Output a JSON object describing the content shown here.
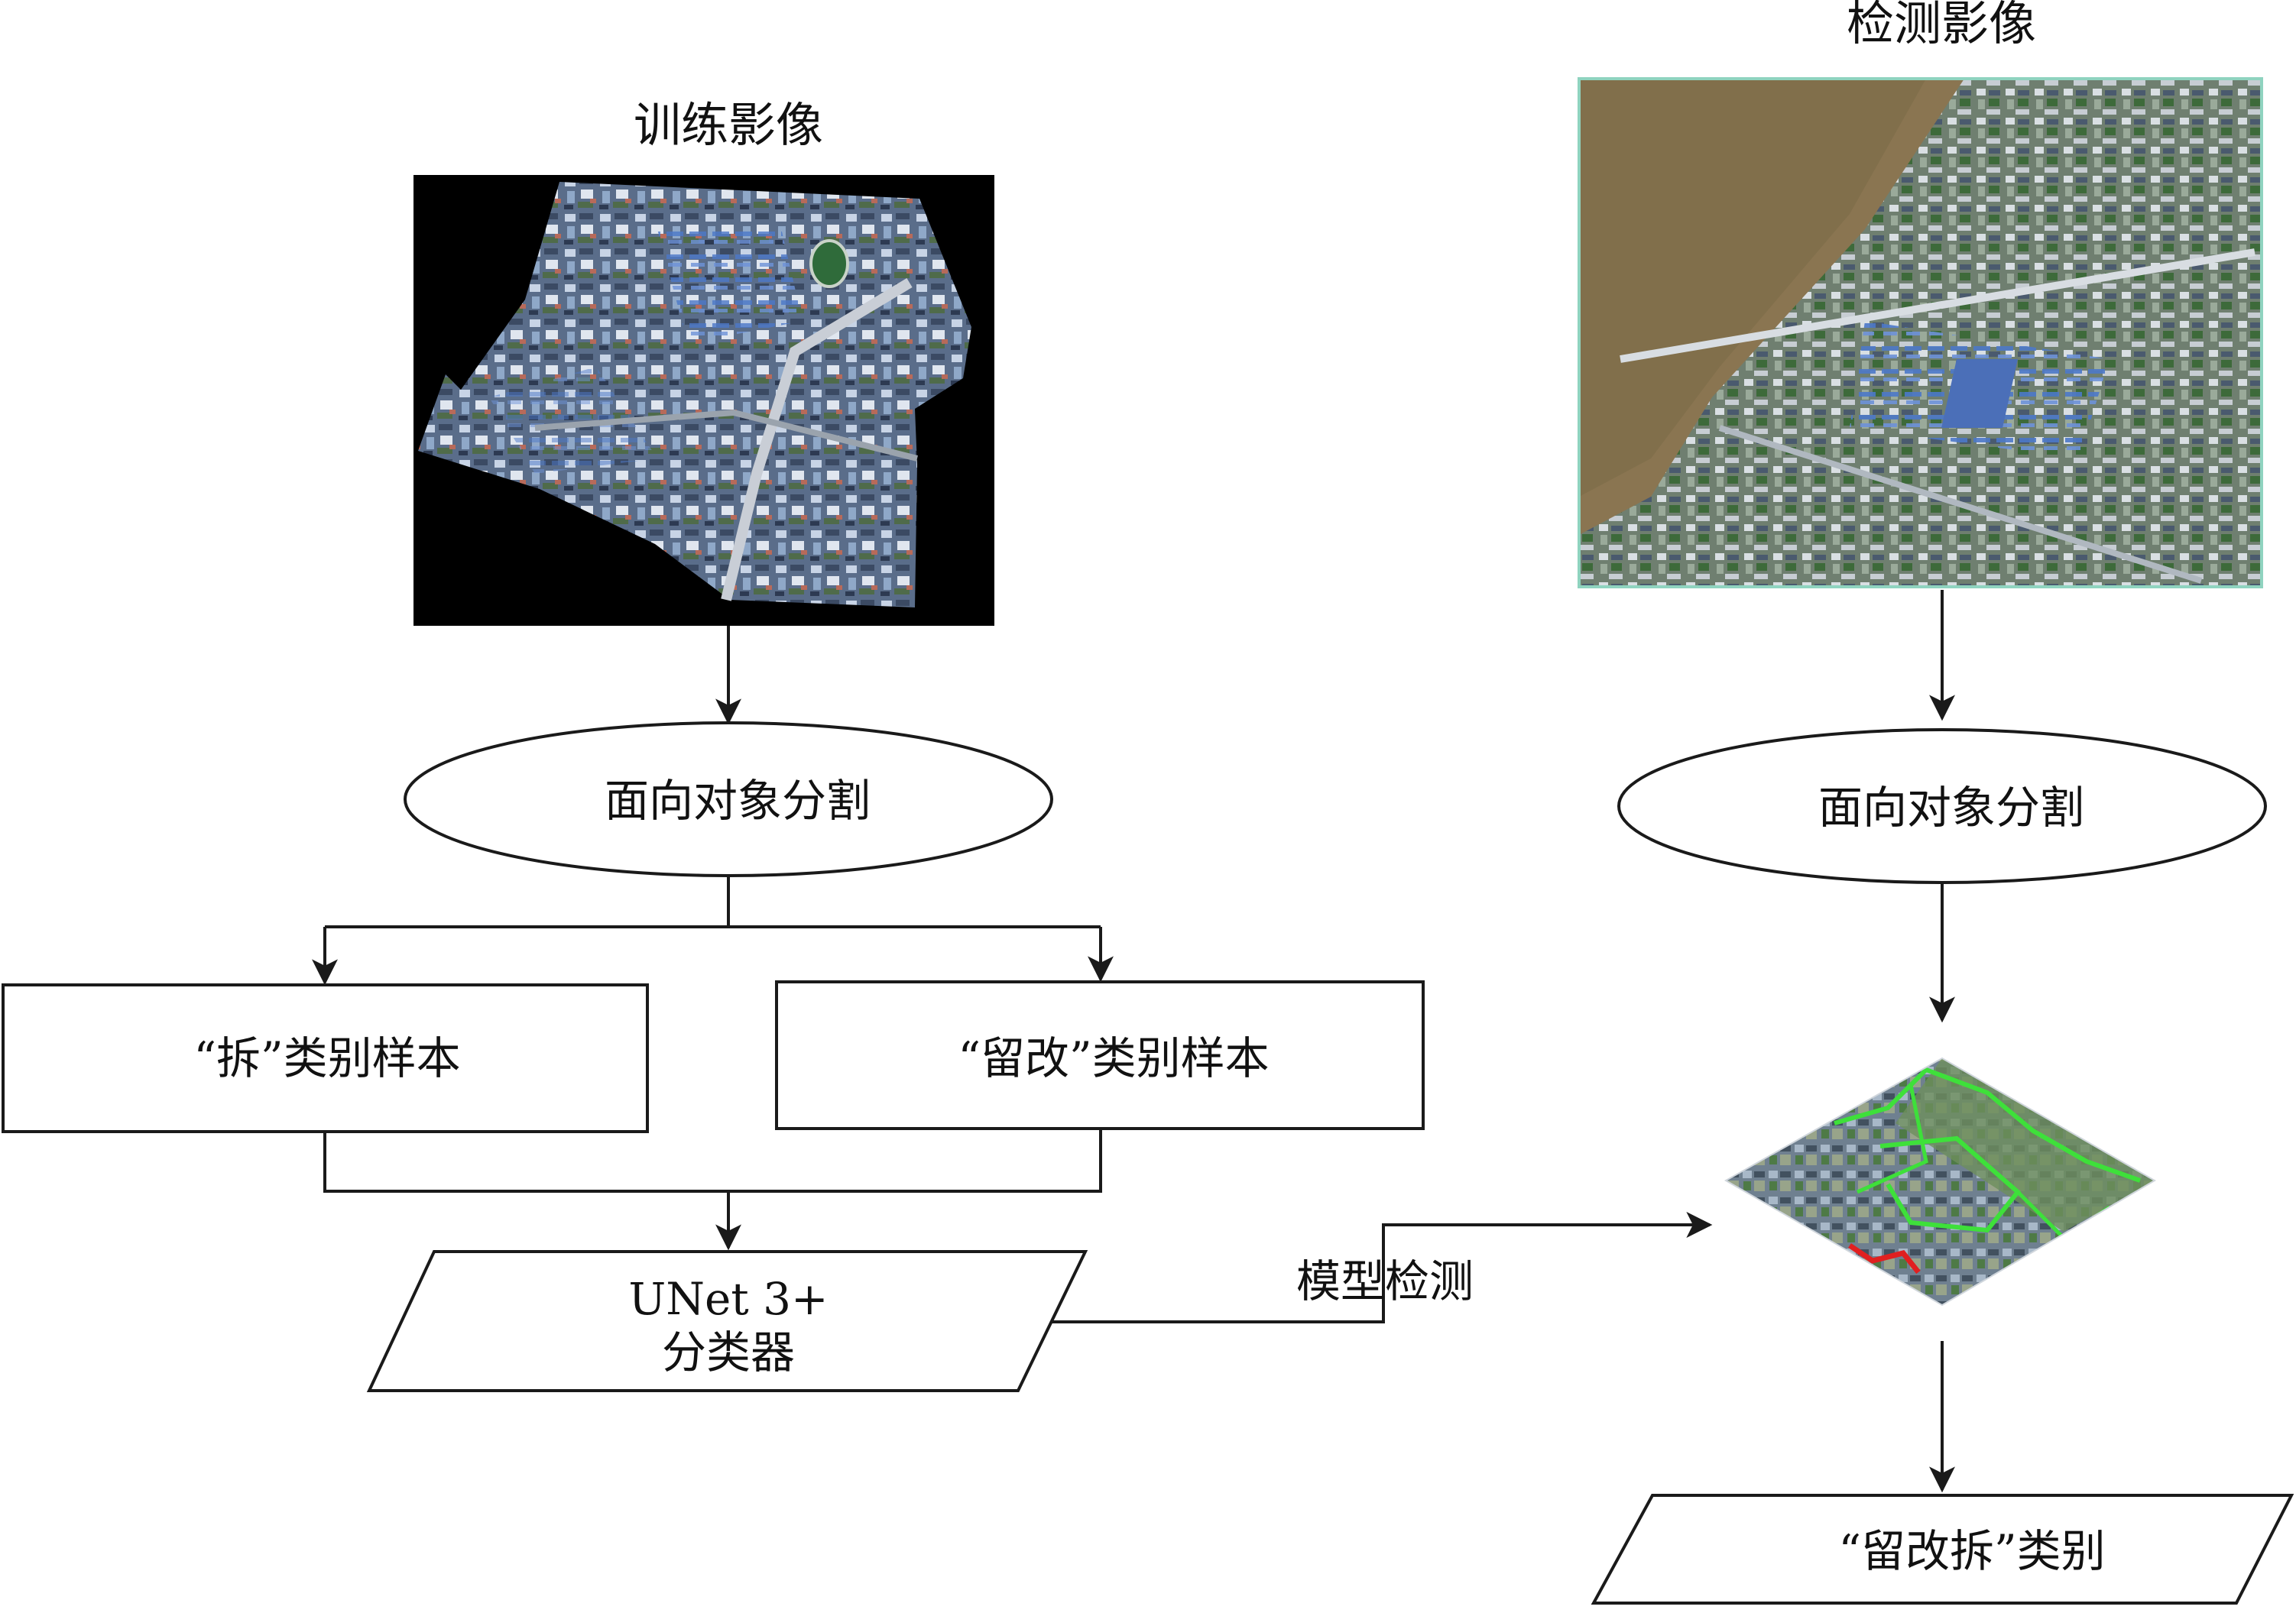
{
  "diagram": {
    "left_branch": {
      "image_title": "训练影像",
      "segmentation": "面向对象分割",
      "sample_demolish": "“拆”类别样本",
      "sample_keep": "“留改”类别样本",
      "classifier_line1": "UNet 3+",
      "classifier_line2": "分类器"
    },
    "right_branch": {
      "image_title": "检测影像",
      "segmentation": "面向对象分割",
      "result": "“留改拆”类别"
    },
    "edge_label": "模型检测"
  }
}
